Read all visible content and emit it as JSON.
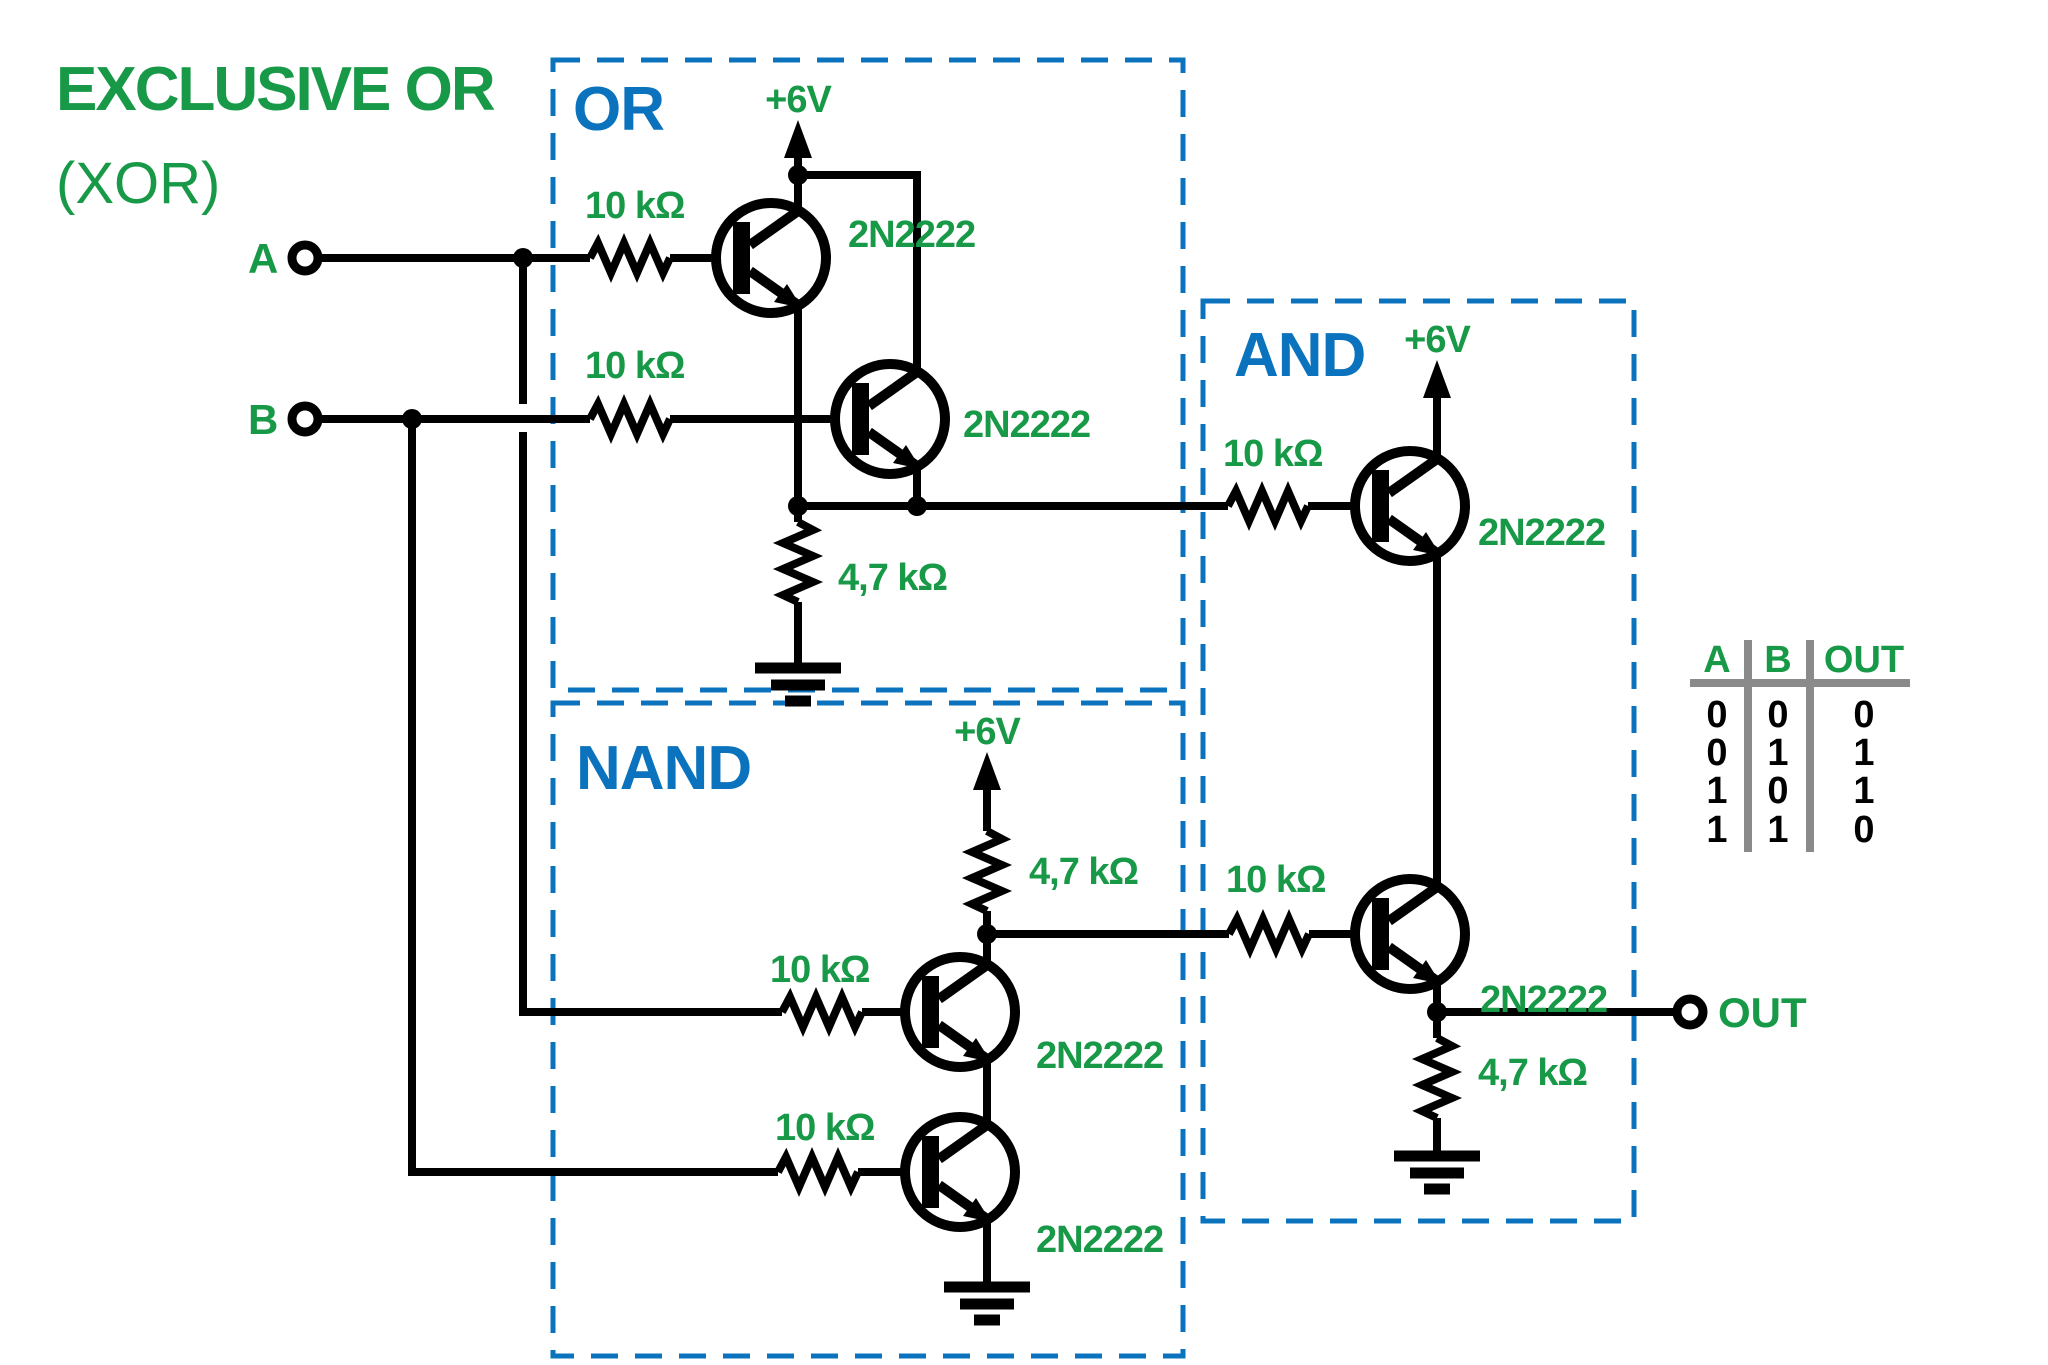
{
  "title": {
    "line1": "EXCLUSIVE OR",
    "line2": "(XOR)"
  },
  "inputs": {
    "a": "A",
    "b": "B"
  },
  "output": {
    "label": "OUT"
  },
  "supply": {
    "label": "+6V"
  },
  "values": {
    "r10": "10 kΩ",
    "r47": "4,7 kΩ",
    "transistor": "2N2222"
  },
  "gates": {
    "or": "OR",
    "nand": "NAND",
    "and": "AND"
  },
  "truth_table": {
    "headers": [
      "A",
      "B",
      "OUT"
    ],
    "rows": [
      [
        "0",
        "0",
        "0"
      ],
      [
        "0",
        "1",
        "1"
      ],
      [
        "1",
        "0",
        "1"
      ],
      [
        "1",
        "1",
        "0"
      ]
    ]
  },
  "colors": {
    "green": "#189947",
    "blue": "#0b73be",
    "black": "#000000",
    "table_gray": "#8a8a8a",
    "background": "#ffffff"
  }
}
